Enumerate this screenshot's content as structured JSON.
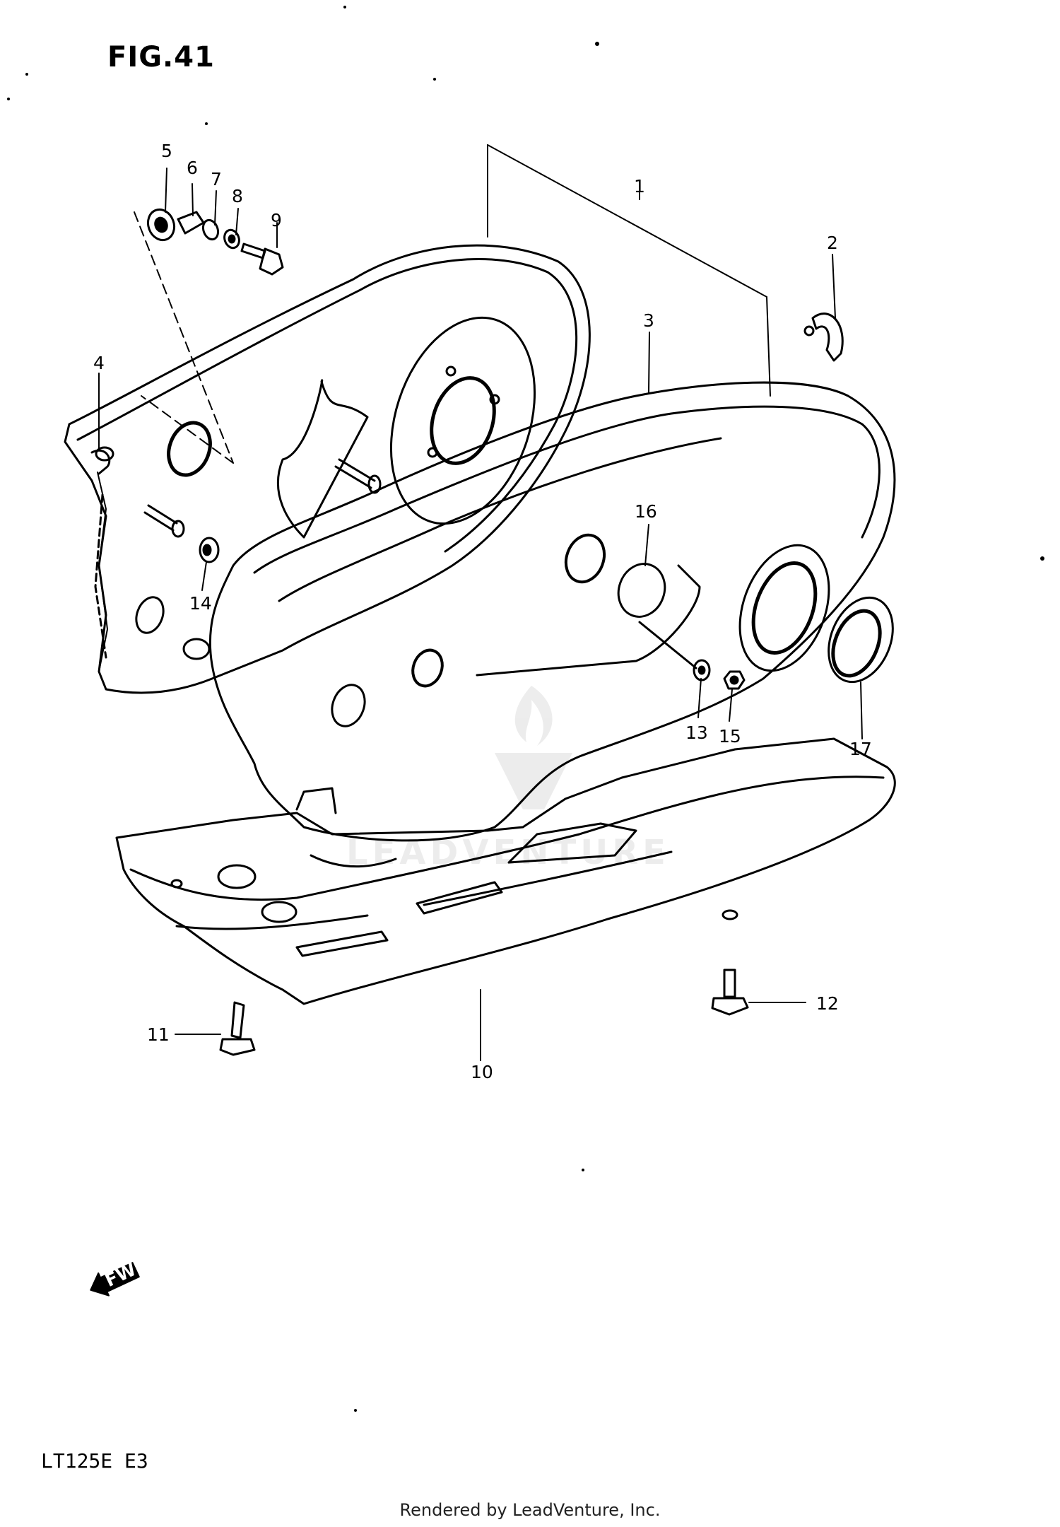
{
  "figure": {
    "title": "FIG.41"
  },
  "model": "LT125E  E3",
  "credit": "Rendered by LeadVenture, Inc.",
  "watermark": "LEADVENTURE",
  "fwd_label": "FWD",
  "callouts": [
    {
      "id": "c1",
      "label": "1"
    },
    {
      "id": "c2",
      "label": "2"
    },
    {
      "id": "c3",
      "label": "3"
    },
    {
      "id": "c4",
      "label": "4"
    },
    {
      "id": "c5",
      "label": "5"
    },
    {
      "id": "c6",
      "label": "6"
    },
    {
      "id": "c7",
      "label": "7"
    },
    {
      "id": "c8",
      "label": "8"
    },
    {
      "id": "c9",
      "label": "9"
    },
    {
      "id": "c10",
      "label": "10"
    },
    {
      "id": "c11",
      "label": "11"
    },
    {
      "id": "c12",
      "label": "12"
    },
    {
      "id": "c13",
      "label": "13"
    },
    {
      "id": "c14",
      "label": "14"
    },
    {
      "id": "c15",
      "label": "15"
    },
    {
      "id": "c16",
      "label": "16"
    },
    {
      "id": "c17",
      "label": "17"
    }
  ]
}
